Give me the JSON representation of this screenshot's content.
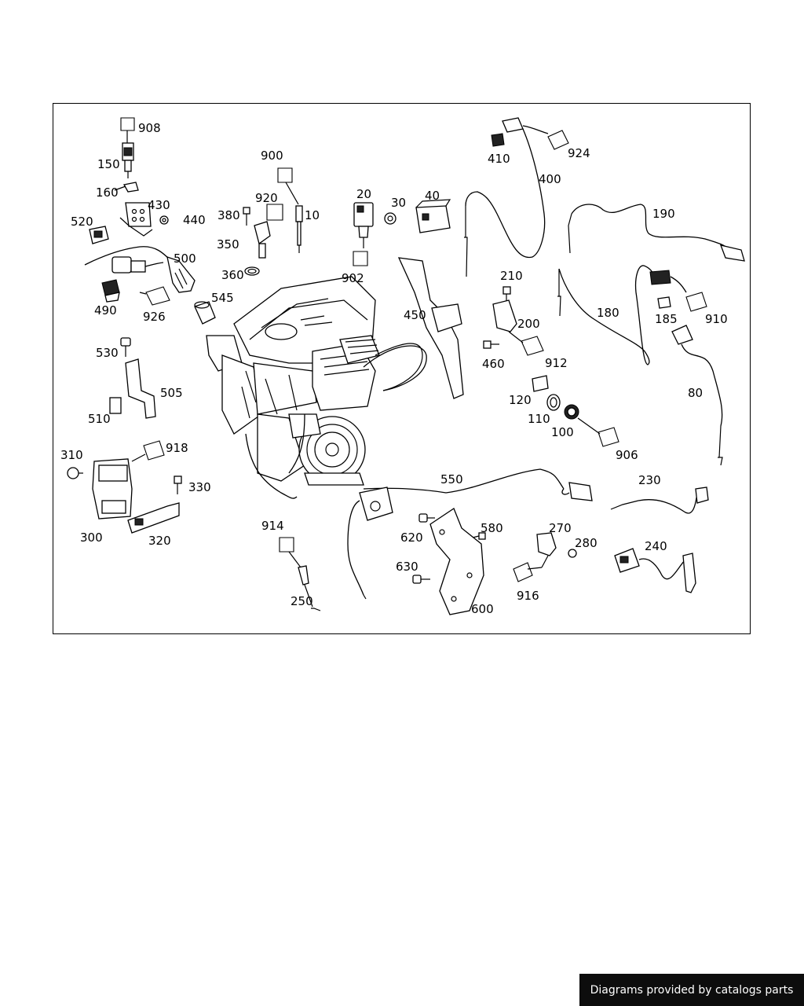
{
  "labels": {
    "l908": "908",
    "l150": "150",
    "l160": "160",
    "l430": "430",
    "l440": "440",
    "l520": "520",
    "l500": "500",
    "l490": "490",
    "l926": "926",
    "l545": "545",
    "l900": "900",
    "l920": "920",
    "l380": "380",
    "l10": "10",
    "l350": "350",
    "l360": "360",
    "l20": "20",
    "l30": "30",
    "l40": "40",
    "l902": "902",
    "l410": "410",
    "l924": "924",
    "l400": "400",
    "l190": "190",
    "l210": "210",
    "l180": "180",
    "l185": "185",
    "l910": "910",
    "l450": "450",
    "l200": "200",
    "l460": "460",
    "l912": "912",
    "l80": "80",
    "l530": "530",
    "l505": "505",
    "l510": "510",
    "l120": "120",
    "l110": "110",
    "l100": "100",
    "l906": "906",
    "l310": "310",
    "l918": "918",
    "l330": "330",
    "l300": "300",
    "l320": "320",
    "l550": "550",
    "l230": "230",
    "l914": "914",
    "l620": "620",
    "l580": "580",
    "l270": "270",
    "l280": "280",
    "l240": "240",
    "l630": "630",
    "l916": "916",
    "l600": "600",
    "l250": "250"
  },
  "credit": "Diagrams provided by catalogs parts"
}
